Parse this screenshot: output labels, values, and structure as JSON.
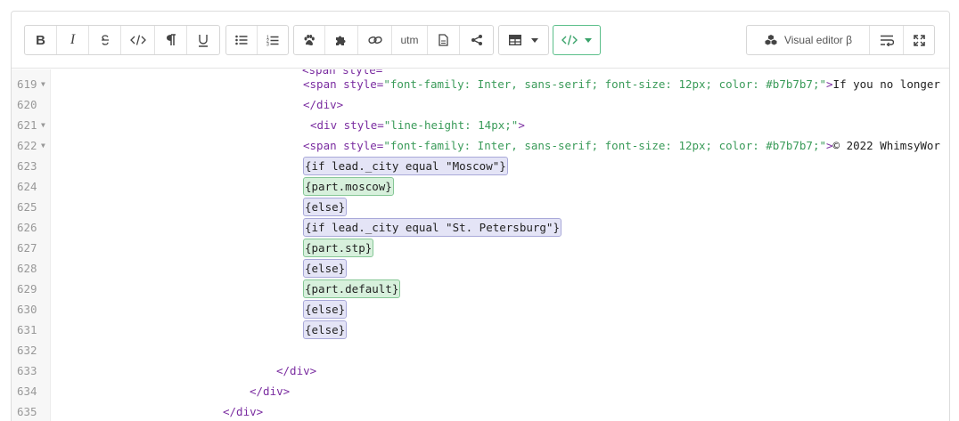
{
  "toolbar": {
    "format_group": [
      {
        "name": "bold-button",
        "label": "B",
        "icon": "bold-icon"
      },
      {
        "name": "italic-button",
        "label": "I",
        "icon": "italic-icon"
      },
      {
        "name": "strikethrough-button",
        "icon": "strikethrough-icon"
      },
      {
        "name": "inline-code-button",
        "icon": "code-icon"
      },
      {
        "name": "paragraph-button",
        "icon": "pilcrow-icon"
      },
      {
        "name": "underline-button",
        "icon": "underline-icon"
      }
    ],
    "list_group": [
      {
        "name": "bullet-list-button",
        "icon": "bullet-list-icon"
      },
      {
        "name": "numbered-list-button",
        "icon": "numbered-list-icon"
      }
    ],
    "insert_group": [
      {
        "name": "paw-button",
        "icon": "paw-icon"
      },
      {
        "name": "plugin-button",
        "icon": "puzzle-icon"
      },
      {
        "name": "link-button",
        "icon": "link-icon"
      },
      {
        "name": "utm-button",
        "label": "utm"
      },
      {
        "name": "file-button",
        "icon": "file-icon"
      },
      {
        "name": "share-button",
        "icon": "share-icon"
      }
    ],
    "visual_editor_label": "Visual editor β",
    "accent_color": "#3aa36a"
  },
  "lines": [
    {
      "n": "619",
      "fold": true,
      "indent": 278,
      "tokens": [
        {
          "t": "tag",
          "v": "<span "
        },
        {
          "t": "attr",
          "v": "style="
        },
        {
          "t": "str",
          "v": "\"font-family: Inter, sans-serif; font-size: 12px; color: #b7b7b7;\""
        },
        {
          "t": "tag",
          "v": ">"
        },
        {
          "t": "plain",
          "v": "If you no longer"
        }
      ]
    },
    {
      "n": "620",
      "fold": false,
      "indent": 278,
      "tokens": [
        {
          "t": "tag",
          "v": "</div>"
        }
      ]
    },
    {
      "n": "621",
      "fold": true,
      "indent": 286,
      "tokens": [
        {
          "t": "tag",
          "v": "<div "
        },
        {
          "t": "attr",
          "v": "style="
        },
        {
          "t": "str",
          "v": "\"line-height: 14px;\""
        },
        {
          "t": "tag",
          "v": ">"
        }
      ]
    },
    {
      "n": "622",
      "fold": true,
      "indent": 278,
      "tokens": [
        {
          "t": "tag",
          "v": "<span "
        },
        {
          "t": "attr",
          "v": "style="
        },
        {
          "t": "str",
          "v": "\"font-family: Inter, sans-serif; font-size: 12px; color: #b7b7b7;\""
        },
        {
          "t": "tag",
          "v": ">"
        },
        {
          "t": "plain",
          "v": "© 2022 WhimsyWor"
        }
      ]
    },
    {
      "n": "623",
      "fold": false,
      "indent": 278,
      "tokens": [
        {
          "t": "chip",
          "v": "{if lead._city equal \"Moscow\"}"
        }
      ]
    },
    {
      "n": "624",
      "fold": false,
      "indent": 278,
      "tokens": [
        {
          "t": "chipg",
          "v": "{part.moscow}"
        }
      ]
    },
    {
      "n": "625",
      "fold": false,
      "indent": 278,
      "tokens": [
        {
          "t": "chip",
          "v": "{else}"
        }
      ]
    },
    {
      "n": "626",
      "fold": false,
      "indent": 278,
      "tokens": [
        {
          "t": "chip",
          "v": "{if lead._city equal \"St. Petersburg\"}"
        }
      ]
    },
    {
      "n": "627",
      "fold": false,
      "indent": 278,
      "tokens": [
        {
          "t": "chipg",
          "v": "{part.stp}"
        }
      ]
    },
    {
      "n": "628",
      "fold": false,
      "indent": 278,
      "tokens": [
        {
          "t": "chip",
          "v": "{else}"
        }
      ]
    },
    {
      "n": "629",
      "fold": false,
      "indent": 278,
      "tokens": [
        {
          "t": "chipg",
          "v": "{part.default}"
        }
      ]
    },
    {
      "n": "630",
      "fold": false,
      "indent": 278,
      "tokens": [
        {
          "t": "chip",
          "v": "{else}"
        }
      ]
    },
    {
      "n": "631",
      "fold": false,
      "indent": 278,
      "tokens": [
        {
          "t": "chip",
          "v": "{else}"
        }
      ]
    },
    {
      "n": "632",
      "fold": false,
      "indent": 278,
      "tokens": []
    },
    {
      "n": "633",
      "fold": false,
      "indent": 248,
      "tokens": [
        {
          "t": "tag",
          "v": "</div>"
        }
      ]
    },
    {
      "n": "634",
      "fold": false,
      "indent": 218,
      "tokens": [
        {
          "t": "tag",
          "v": "</div>"
        }
      ]
    },
    {
      "n": "635",
      "fold": false,
      "indent": 188,
      "tokens": [
        {
          "t": "tag",
          "v": "</div>"
        }
      ]
    }
  ]
}
